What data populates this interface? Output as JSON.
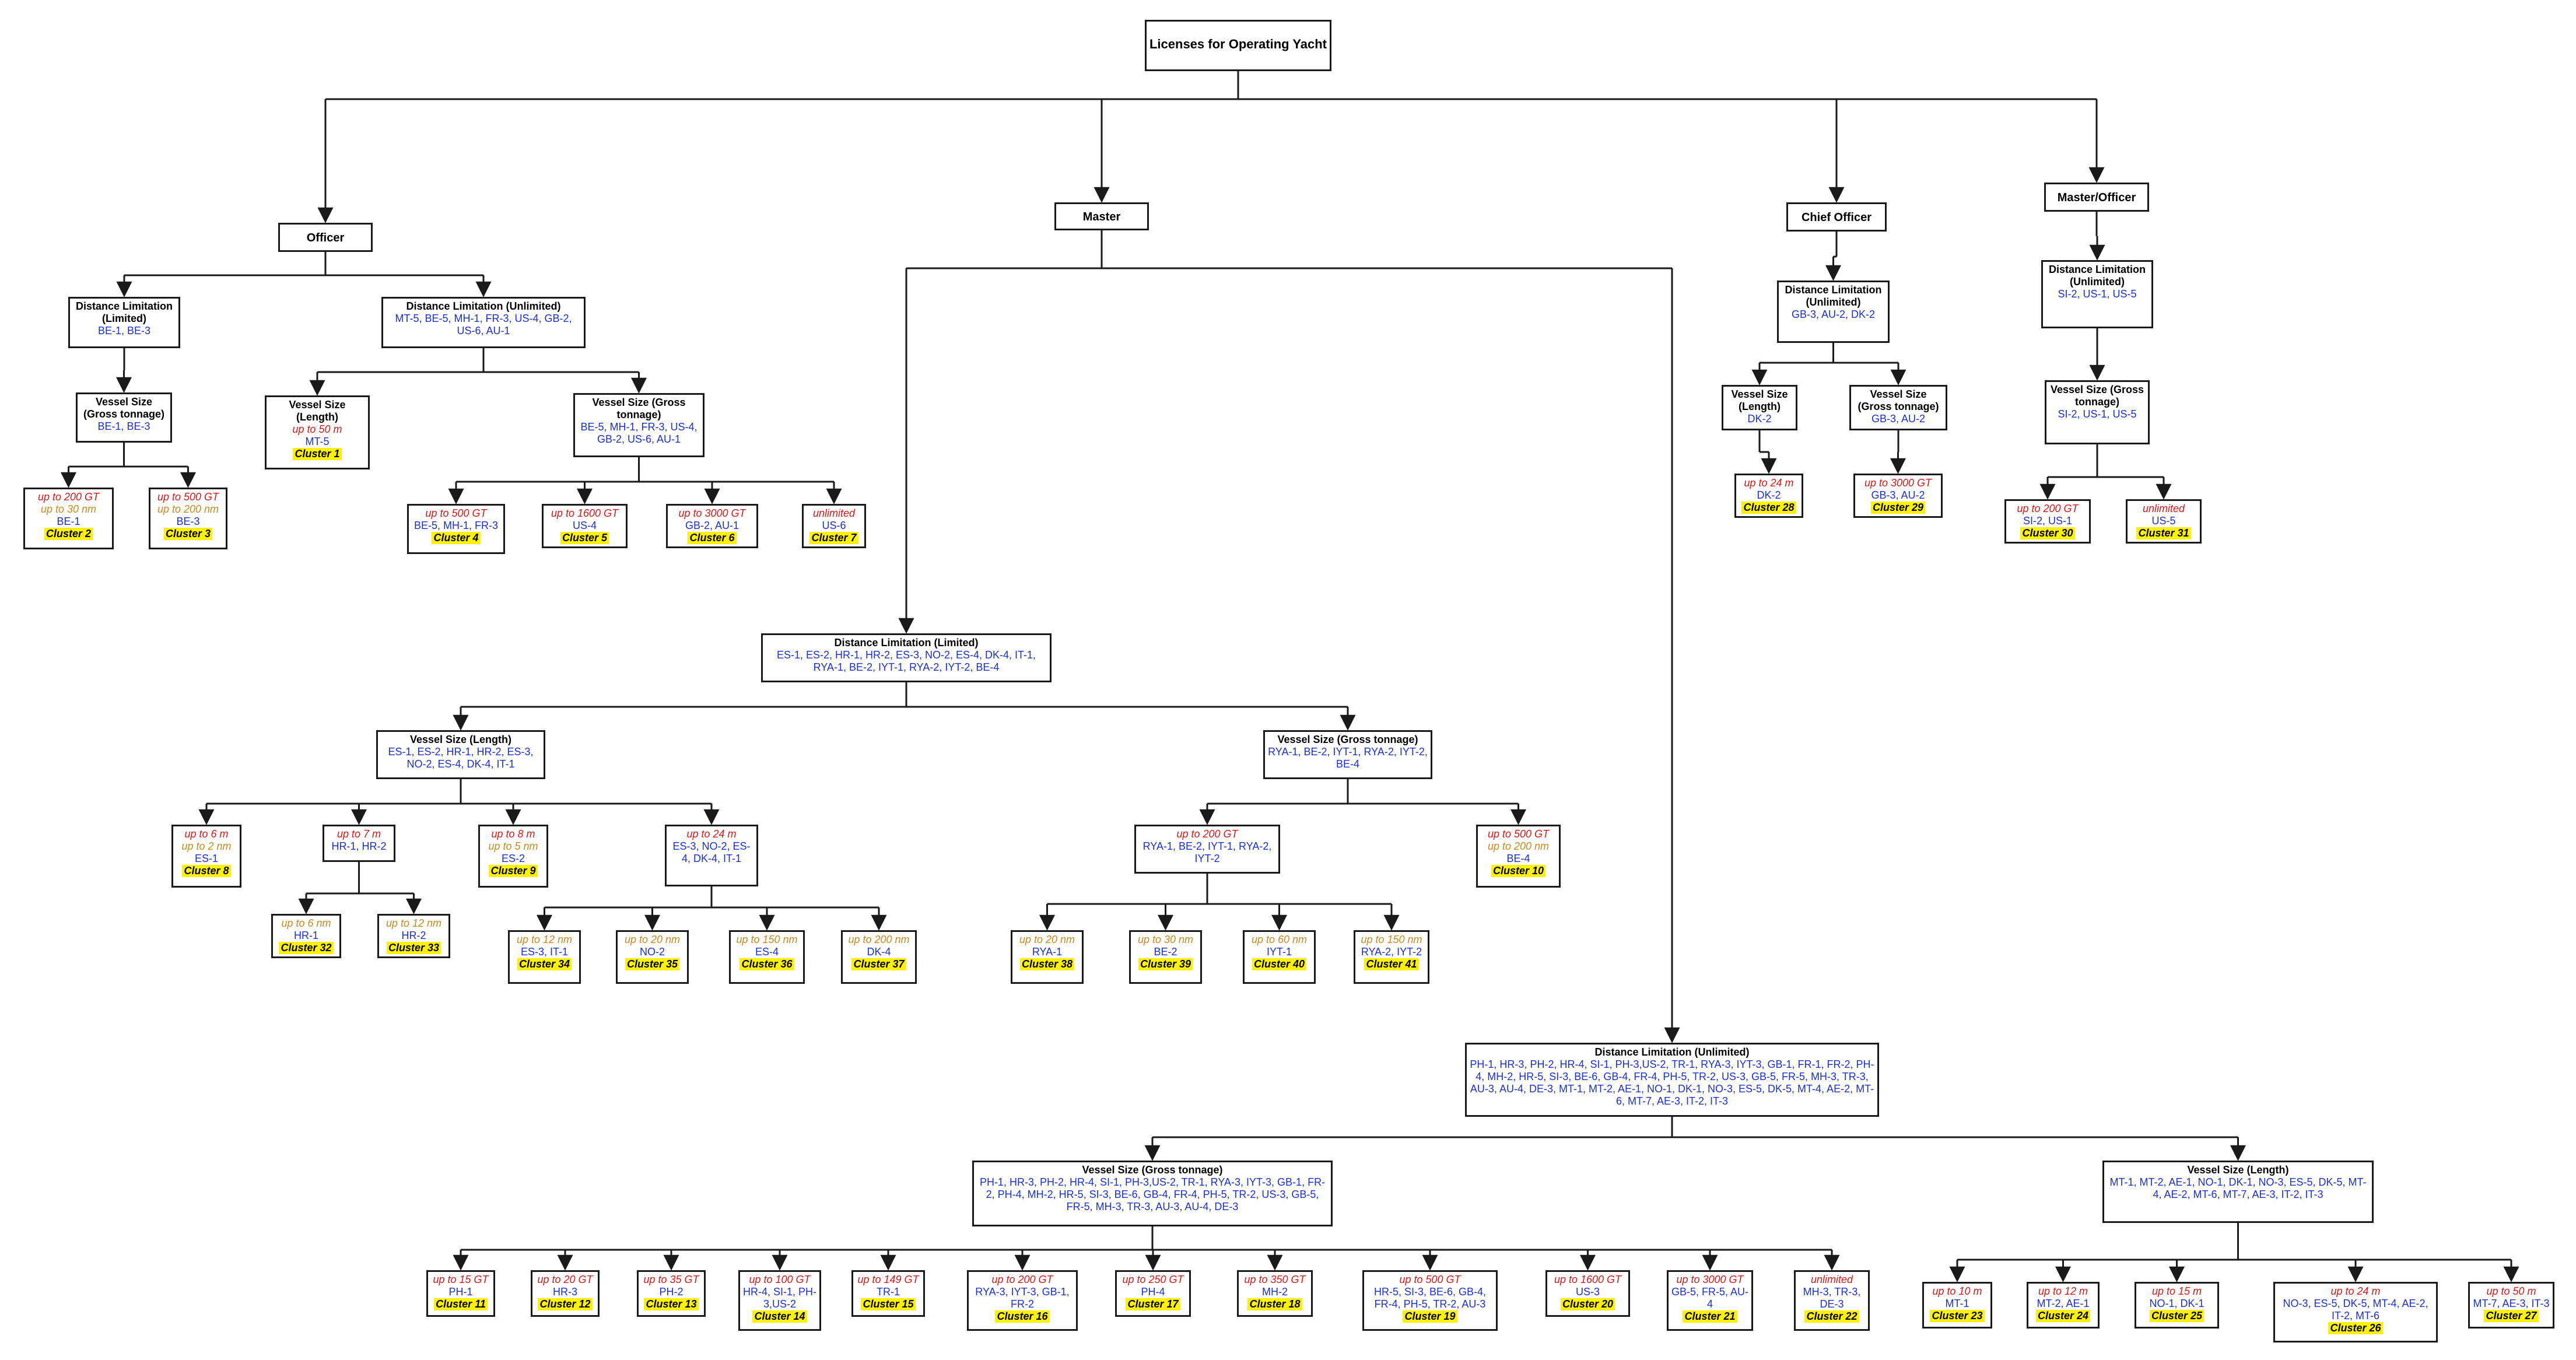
{
  "root": "Licenses for Operating Yacht",
  "officer": {
    "title": "Officer",
    "dl_limited": {
      "title": "Distance Limitation (Limited)",
      "codes": "BE-1, BE-3"
    },
    "dl_limited_gt": {
      "title": "Vessel Size (Gross tonnage)",
      "codes": "BE-1, BE-3"
    },
    "c2": {
      "cond1": "up to 200 GT",
      "cond2": "up to 30 nm",
      "codes": "BE-1",
      "cluster": "Cluster 2"
    },
    "c3": {
      "cond1": "up to 500 GT",
      "cond2": "up to 200 nm",
      "codes": "BE-3",
      "cluster": "Cluster 3"
    },
    "dl_unlimited": {
      "title": "Distance Limitation (Unlimited)",
      "codes": "MT-5, BE-5, MH-1, FR-3, US-4, GB-2, US-6, AU-1"
    },
    "vs_length": {
      "title": "Vessel Size (Length)",
      "cond": "up to 50 m",
      "codes": "MT-5",
      "cluster": "Cluster 1"
    },
    "vs_gt": {
      "title": "Vessel Size (Gross tonnage)",
      "codes": "BE-5, MH-1, FR-3, US-4, GB-2, US-6, AU-1"
    },
    "c4": {
      "cond": "up to 500 GT",
      "codes": "BE-5, MH-1, FR-3",
      "cluster": "Cluster 4"
    },
    "c5": {
      "cond": "up to 1600 GT",
      "codes": "US-4",
      "cluster": "Cluster 5"
    },
    "c6": {
      "cond": "up to 3000 GT",
      "codes": "GB-2, AU-1",
      "cluster": "Cluster 6"
    },
    "c7": {
      "cond": "unlimited",
      "codes": "US-6",
      "cluster": "Cluster 7"
    }
  },
  "master": {
    "title": "Master",
    "dl_limited": {
      "title": "Distance Limitation (Limited)",
      "codes": "ES-1, ES-2, HR-1, HR-2, ES-3, NO-2, ES-4, DK-4, IT-1, RYA-1, BE-2, IYT-1, RYA-2, IYT-2, BE-4"
    },
    "vs_length": {
      "title": "Vessel Size (Length)",
      "codes": "ES-1, ES-2, HR-1, HR-2, ES-3, NO-2, ES-4, DK-4, IT-1"
    },
    "c8": {
      "cond1": "up to 6 m",
      "cond2": "up to 2 nm",
      "codes": "ES-1",
      "cluster": "Cluster 8"
    },
    "n7m": {
      "cond": "up to 7 m",
      "codes": "HR-1, HR-2"
    },
    "c32": {
      "cond": "up to 6 nm",
      "codes": "HR-1",
      "cluster": "Cluster 32"
    },
    "c33": {
      "cond": "up to 12 nm",
      "codes": "HR-2",
      "cluster": "Cluster 33"
    },
    "c9": {
      "cond1": "up to 8 m",
      "cond2": "up to 5 nm",
      "codes": "ES-2",
      "cluster": "Cluster 9"
    },
    "n24m": {
      "cond": "up to 24 m",
      "codes": "ES-3, NO-2, ES-4, DK-4, IT-1"
    },
    "c34": {
      "cond": "up to 12 nm",
      "codes": "ES-3, IT-1",
      "cluster": "Cluster 34"
    },
    "c35": {
      "cond": "up to 20 nm",
      "codes": "NO-2",
      "cluster": "Cluster 35"
    },
    "c36": {
      "cond": "up to 150 nm",
      "codes": "ES-4",
      "cluster": "Cluster 36"
    },
    "c37": {
      "cond": "up to 200 nm",
      "codes": "DK-4",
      "cluster": "Cluster 37"
    },
    "vs_gt": {
      "title": "Vessel Size (Gross tonnage)",
      "codes": "RYA-1, BE-2, IYT-1, RYA-2, IYT-2, BE-4"
    },
    "n200gt": {
      "cond": "up to 200 GT",
      "codes": "RYA-1, BE-2, IYT-1, RYA-2, IYT-2"
    },
    "c38": {
      "cond": "up to 20 nm",
      "codes": "RYA-1",
      "cluster": "Cluster 38"
    },
    "c39": {
      "cond": "up to 30 nm",
      "codes": "BE-2",
      "cluster": "Cluster 39"
    },
    "c40": {
      "cond": "up to 60 nm",
      "codes": "IYT-1",
      "cluster": "Cluster 40"
    },
    "c41": {
      "cond": "up to 150 nm",
      "codes": "RYA-2, IYT-2",
      "cluster": "Cluster 41"
    },
    "c10": {
      "cond1": "up to 500 GT",
      "cond2": "up to 200 nm",
      "codes": "BE-4",
      "cluster": "Cluster 10"
    },
    "dl_unlimited": {
      "title": "Distance Limitation (Unlimited)",
      "codes": "PH-1, HR-3, PH-2, HR-4, SI-1, PH-3,US-2, TR-1, RYA-3, IYT-3, GB-1, FR-1, FR-2, PH-4, MH-2, HR-5, SI-3, BE-6, GB-4, FR-4, PH-5, TR-2, US-3, GB-5, FR-5, MH-3, TR-3, AU-3, AU-4, DE-3, MT-1, MT-2, AE-1, NO-1, DK-1, NO-3, ES-5, DK-5, MT-4, AE-2, MT-6, MT-7, AE-3, IT-2, IT-3"
    },
    "un_gt": {
      "title": "Vessel Size (Gross tonnage)",
      "codes": "PH-1, HR-3, PH-2, HR-4, SI-1, PH-3,US-2, TR-1, RYA-3, IYT-3, GB-1, FR-2, PH-4, MH-2, HR-5, SI-3, BE-6, GB-4, FR-4, PH-5, TR-2, US-3, GB-5, FR-5, MH-3, TR-3, AU-3, AU-4, DE-3"
    },
    "c11": {
      "cond": "up to 15 GT",
      "codes": "PH-1",
      "cluster": "Cluster 11"
    },
    "c12": {
      "cond": "up to 20 GT",
      "codes": "HR-3",
      "cluster": "Cluster 12"
    },
    "c13": {
      "cond": "up to 35 GT",
      "codes": "PH-2",
      "cluster": "Cluster 13"
    },
    "c14": {
      "cond": "up to 100 GT",
      "codes": "HR-4, SI-1, PH-3,US-2",
      "cluster": "Cluster 14"
    },
    "c15": {
      "cond": "up to 149 GT",
      "codes": "TR-1",
      "cluster": "Cluster 15"
    },
    "c16": {
      "cond": "up to 200 GT",
      "codes": "RYA-3, IYT-3, GB-1, FR-2",
      "cluster": "Cluster 16"
    },
    "c17": {
      "cond": "up to 250 GT",
      "codes": "PH-4",
      "cluster": "Cluster 17"
    },
    "c18": {
      "cond": "up to 350 GT",
      "codes": "MH-2",
      "cluster": "Cluster 18"
    },
    "c19": {
      "cond": "up to 500 GT",
      "codes": "HR-5, SI-3, BE-6, GB-4, FR-4, PH-5, TR-2, AU-3",
      "cluster": "Cluster 19"
    },
    "c20": {
      "cond": "up to 1600 GT",
      "codes": "US-3",
      "cluster": "Cluster 20"
    },
    "c21": {
      "cond": "up to 3000 GT",
      "codes": "GB-5, FR-5, AU-4",
      "cluster": "Cluster 21"
    },
    "c22": {
      "cond": "unlimited",
      "codes": "MH-3, TR-3, DE-3",
      "cluster": "Cluster 22"
    },
    "un_len": {
      "title": "Vessel Size (Length)",
      "codes": "MT-1, MT-2, AE-1, NO-1, DK-1, NO-3, ES-5, DK-5, MT-4, AE-2, MT-6, MT-7, AE-3, IT-2, IT-3"
    },
    "c23": {
      "cond": "up to 10 m",
      "codes": "MT-1",
      "cluster": "Cluster 23"
    },
    "c24": {
      "cond": "up to 12 m",
      "codes": "MT-2, AE-1",
      "cluster": "Cluster 24"
    },
    "c25": {
      "cond": "up to 15 m",
      "codes": "NO-1, DK-1",
      "cluster": "Cluster 25"
    },
    "c26": {
      "cond": "up to 24 m",
      "codes": "NO-3, ES-5, DK-5, MT-4, AE-2, IT-2, MT-6",
      "cluster": "Cluster 26"
    },
    "c27": {
      "cond": "up to 50 m",
      "codes": "MT-7, AE-3, IT-3",
      "cluster": "Cluster 27"
    }
  },
  "chief_officer": {
    "title": "Chief Officer",
    "dl_unlimited": {
      "title": "Distance Limitation (Unlimited)",
      "codes": "GB-3, AU-2, DK-2"
    },
    "vs_length": {
      "title": "Vessel Size (Length)",
      "codes": "DK-2"
    },
    "vs_gt": {
      "title": "Vessel Size (Gross tonnage)",
      "codes": "GB-3, AU-2"
    },
    "c28": {
      "cond": "up to 24 m",
      "codes": "DK-2",
      "cluster": "Cluster 28"
    },
    "c29": {
      "cond": "up to 3000 GT",
      "codes": "GB-3, AU-2",
      "cluster": "Cluster 29"
    }
  },
  "master_officer": {
    "title": "Master/Officer",
    "dl_unlimited": {
      "title": "Distance Limitation (Unlimited)",
      "codes": "SI-2, US-1, US-5"
    },
    "vs_gt": {
      "title": "Vessel Size (Gross tonnage)",
      "codes": "SI-2, US-1, US-5"
    },
    "c30": {
      "cond": "up to 200 GT",
      "codes": "SI-2, US-1",
      "cluster": "Cluster 30"
    },
    "c31": {
      "cond": "unlimited",
      "codes": "US-5",
      "cluster": "Cluster 31"
    }
  }
}
